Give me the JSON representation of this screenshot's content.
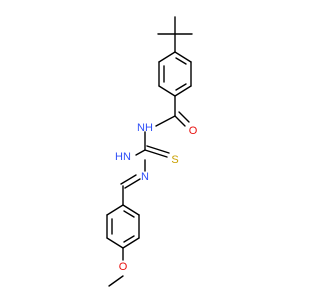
{
  "molecule": {
    "atoms": {
      "carbonyl_o": {
        "label": "O",
        "color": "#e8110f"
      },
      "amide_nh": {
        "label": "NH",
        "color": "#3050f8"
      },
      "thio_s": {
        "label": "S",
        "color": "#c9a000"
      },
      "hydrazine_nh": {
        "label": "HN",
        "color": "#3050f8"
      },
      "imine_n": {
        "label": "N",
        "color": "#3050f8"
      },
      "methoxy_o": {
        "label": "O",
        "color": "#e8110f"
      }
    }
  }
}
